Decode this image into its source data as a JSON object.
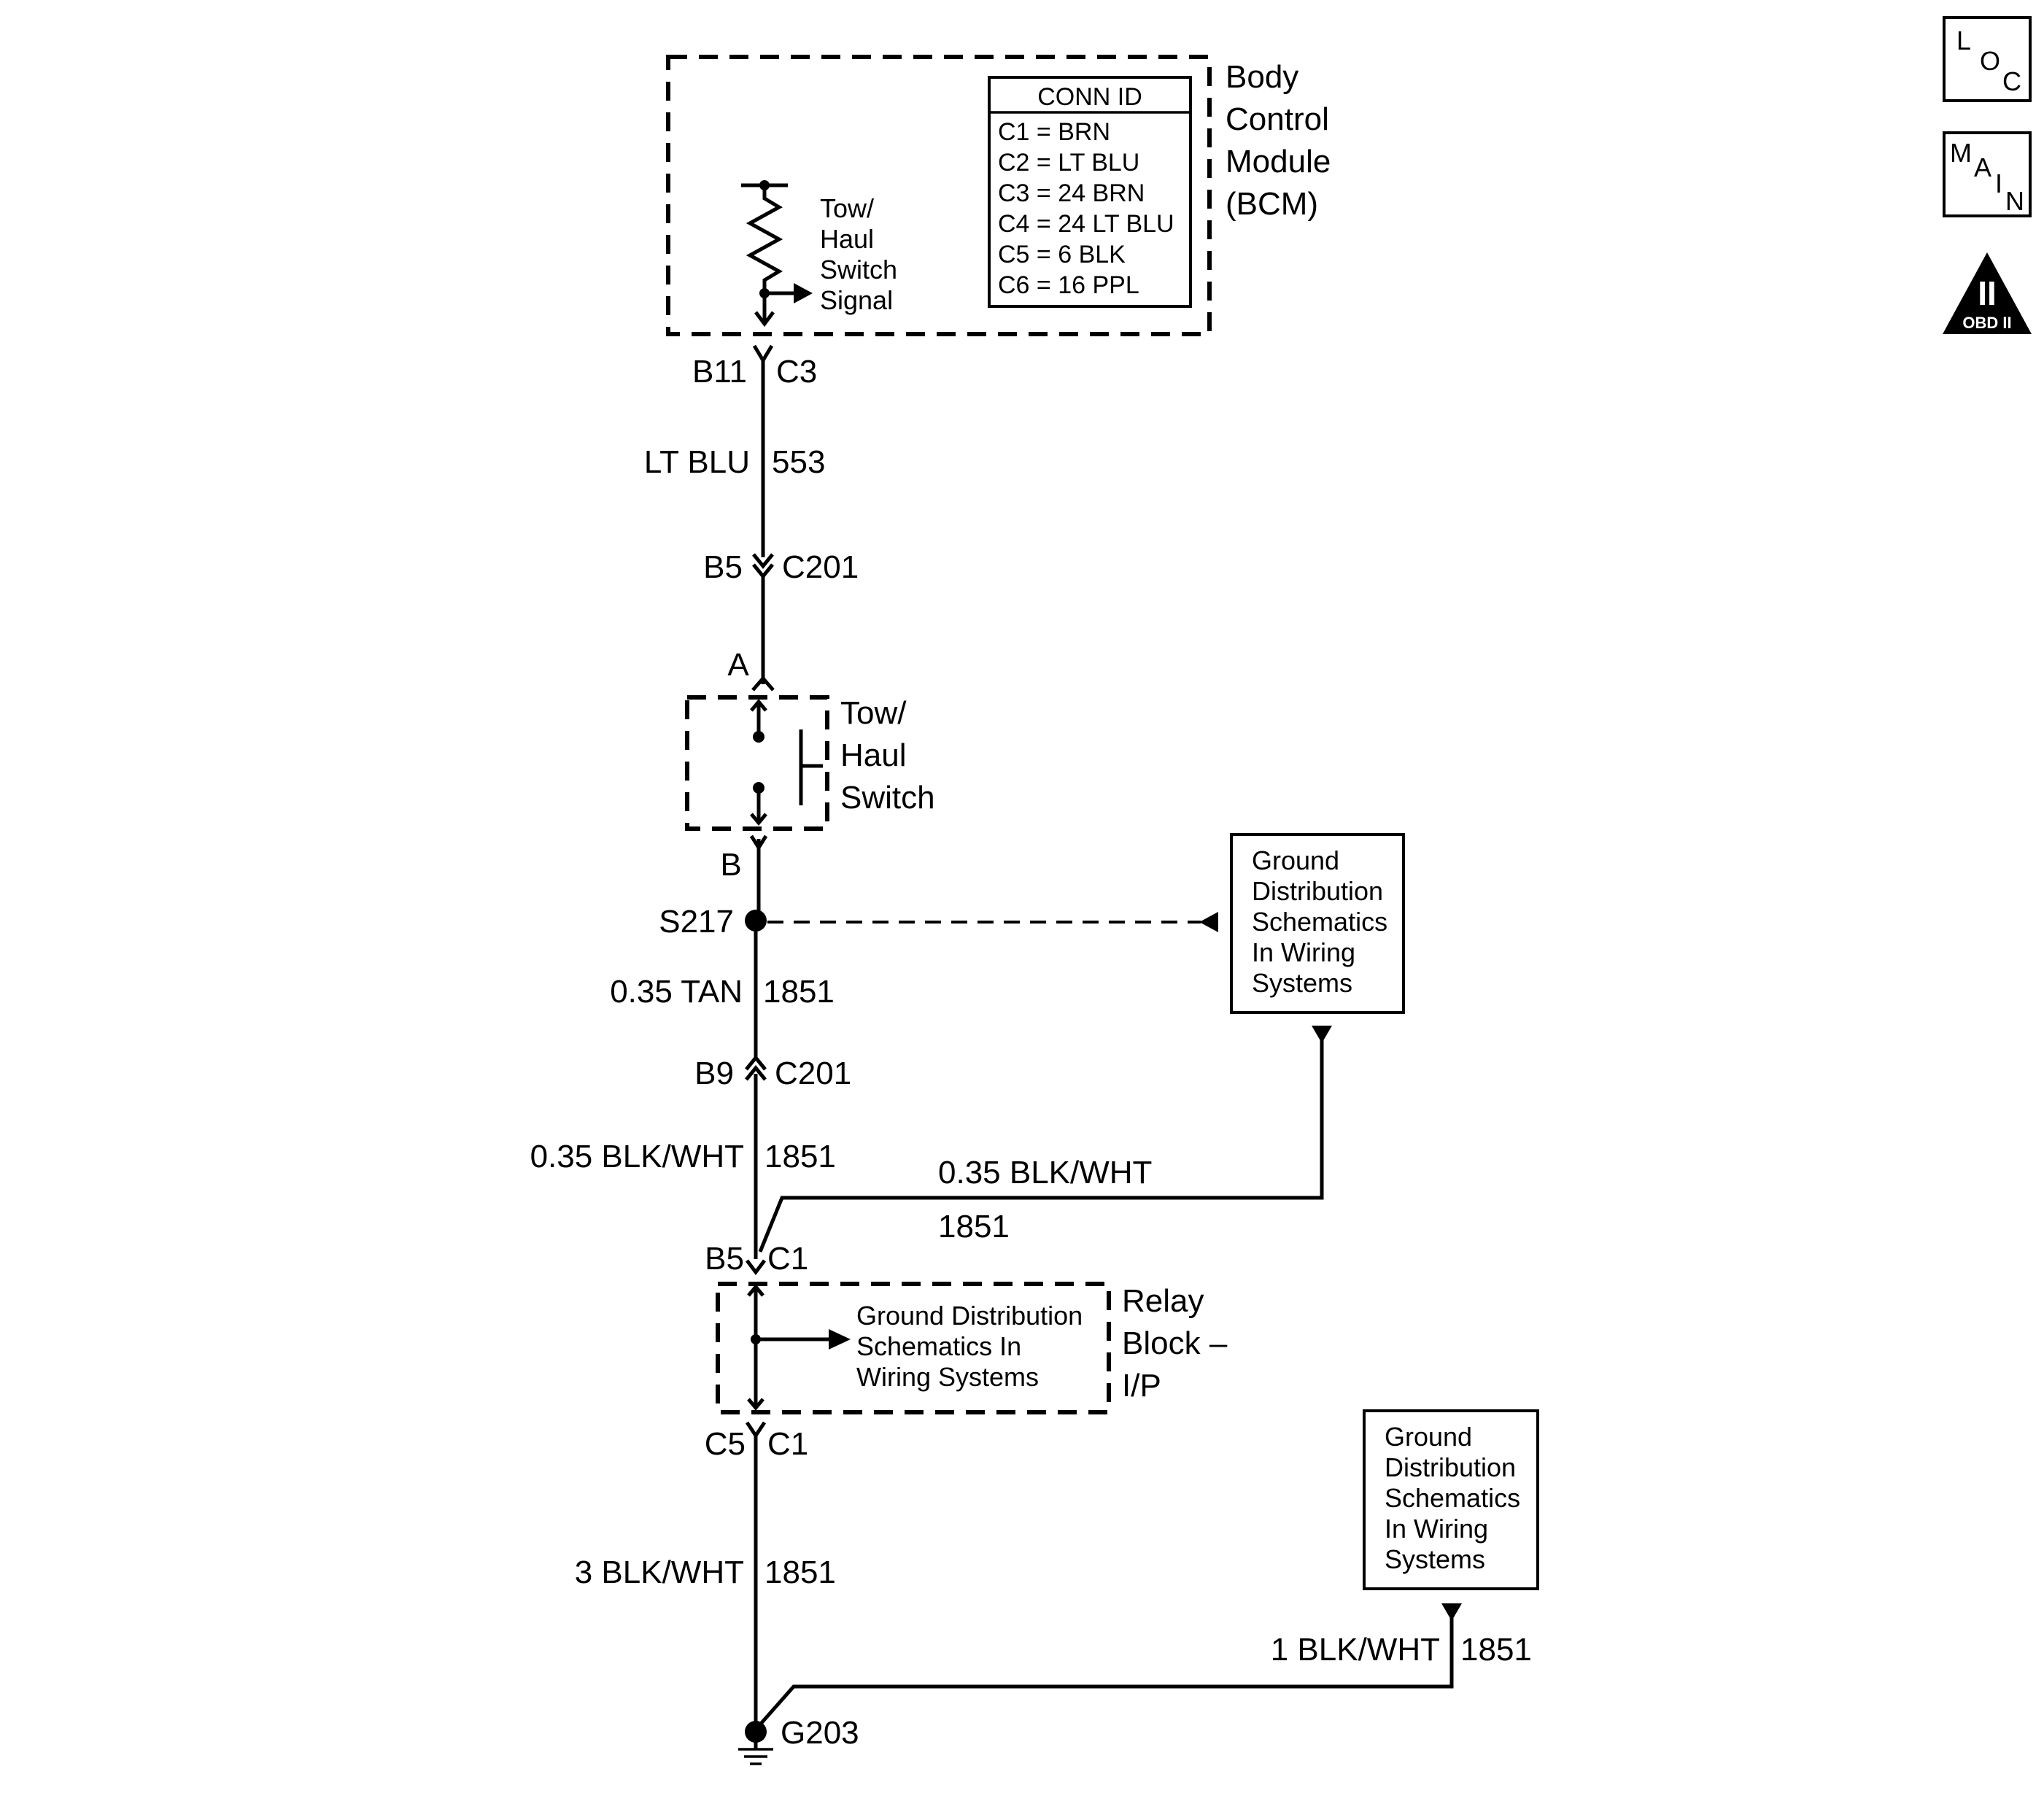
{
  "icons": {
    "loc": [
      "L",
      "O",
      "C"
    ],
    "main": [
      "M",
      "A",
      "I",
      "N"
    ],
    "obd": {
      "numeral": "II",
      "label": "OBD II"
    }
  },
  "bcm": {
    "title": [
      "Body",
      "Control",
      "Module",
      "(BCM)"
    ],
    "signal_label": [
      "Tow/",
      "Haul",
      "Switch",
      "Signal"
    ],
    "conn_table": {
      "header": "CONN ID",
      "rows": [
        "C1 = BRN",
        "C2 = LT BLU",
        "C3 = 24 BRN",
        "C4 = 24 LT BLU",
        "C5 = 6 BLK",
        "C6 = 16 PPL"
      ]
    }
  },
  "connectors": {
    "bcm_pin": "B11",
    "bcm_conn": "C3",
    "c201_top_pin": "B5",
    "c201_top_conn": "C201",
    "switch_pin_a": "A",
    "switch_pin_b": "B",
    "splice": "S217",
    "c201_bot_pin": "B9",
    "c201_bot_conn": "C201",
    "relay_in_pin": "B5",
    "relay_in_conn": "C1",
    "relay_out_pin": "C5",
    "relay_out_conn": "C1",
    "ground": "G203"
  },
  "wires": {
    "w1_color": "LT BLU",
    "w1_circuit": "553",
    "w2_color": "0.35 TAN",
    "w2_circuit": "1851",
    "w3_color": "0.35 BLK/WHT",
    "w3_circuit": "1851",
    "w4_color": "0.35 BLK/WHT",
    "w4_circuit": "1851",
    "w5_color": "3 BLK/WHT",
    "w5_circuit": "1851",
    "w6_color": "1 BLK/WHT",
    "w6_circuit": "1851"
  },
  "switch": {
    "title": [
      "Tow/",
      "Haul",
      "Switch"
    ]
  },
  "relay_block": {
    "title": [
      "Relay",
      "Block –",
      "I/P"
    ],
    "ref": [
      "Ground Distribution",
      "Schematics In",
      "Wiring Systems"
    ]
  },
  "ground_ref_1": [
    "Ground",
    "Distribution",
    "Schematics",
    "In Wiring",
    "Systems"
  ],
  "ground_ref_2": [
    "Ground",
    "Distribution",
    "Schematics",
    "In Wiring",
    "Systems"
  ]
}
